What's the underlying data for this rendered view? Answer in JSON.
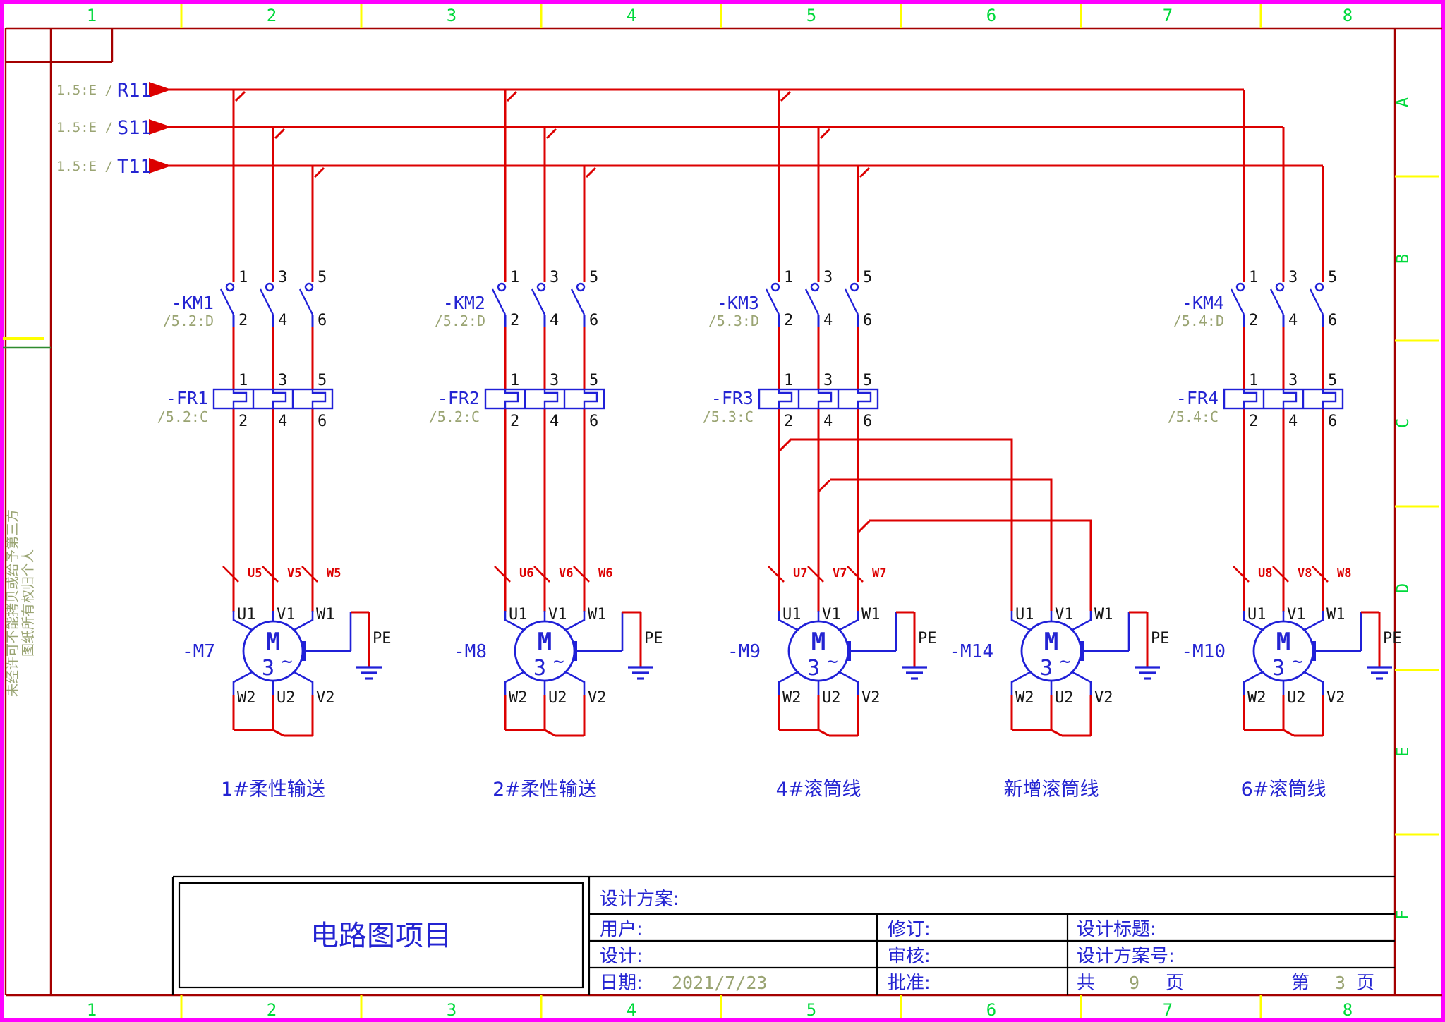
{
  "frame": {
    "zone_columns": [
      "1",
      "2",
      "3",
      "4",
      "5",
      "6",
      "7",
      "8"
    ],
    "zone_rows": [
      "A",
      "B",
      "C",
      "D",
      "E",
      "F"
    ]
  },
  "colors": {
    "wire_red": "#dc0000",
    "frame_red": "#a40000",
    "component_blue": "#2020d8",
    "reference_olive": "#9aa473",
    "zone_green": "#00d93b",
    "tick_yellow": "#ffff00",
    "border_magenta": "#ff00ff"
  },
  "disclaimer": {
    "line1": "图纸所有权归个人",
    "line2": "未经许可不能拷贝或给予第三方"
  },
  "buses": [
    {
      "ref": "1.5:E /",
      "name": "R11"
    },
    {
      "ref": "1.5:E /",
      "name": "S11"
    },
    {
      "ref": "1.5:E /",
      "name": "T11"
    }
  ],
  "branches": [
    {
      "contactor": {
        "name": "-KM1",
        "ref": "/5.2:D",
        "terminals_top": [
          "1",
          "3",
          "5"
        ],
        "terminals_bottom": [
          "2",
          "4",
          "6"
        ]
      },
      "overload": {
        "name": "-FR1",
        "ref": "/5.2:C",
        "terminals_top": [
          "1",
          "3",
          "5"
        ],
        "terminals_bottom": [
          "2",
          "4",
          "6"
        ]
      },
      "cables": [
        "U5",
        "V5",
        "W5"
      ],
      "motor": {
        "name": "-M7",
        "letter": "M",
        "phase": "3",
        "wave": "~",
        "terminals_top": [
          "U1",
          "V1",
          "W1"
        ],
        "terminals_bottom": [
          "W2",
          "U2",
          "V2"
        ],
        "ground": "PE"
      },
      "caption": "1#柔性输送"
    },
    {
      "contactor": {
        "name": "-KM2",
        "ref": "/5.2:D",
        "terminals_top": [
          "1",
          "3",
          "5"
        ],
        "terminals_bottom": [
          "2",
          "4",
          "6"
        ]
      },
      "overload": {
        "name": "-FR2",
        "ref": "/5.2:C",
        "terminals_top": [
          "1",
          "3",
          "5"
        ],
        "terminals_bottom": [
          "2",
          "4",
          "6"
        ]
      },
      "cables": [
        "U6",
        "V6",
        "W6"
      ],
      "motor": {
        "name": "-M8",
        "letter": "M",
        "phase": "3",
        "wave": "~",
        "terminals_top": [
          "U1",
          "V1",
          "W1"
        ],
        "terminals_bottom": [
          "W2",
          "U2",
          "V2"
        ],
        "ground": "PE"
      },
      "caption": "2#柔性输送"
    },
    {
      "contactor": {
        "name": "-KM3",
        "ref": "/5.3:D",
        "terminals_top": [
          "1",
          "3",
          "5"
        ],
        "terminals_bottom": [
          "2",
          "4",
          "6"
        ]
      },
      "overload": {
        "name": "-FR3",
        "ref": "/5.3:C",
        "terminals_top": [
          "1",
          "3",
          "5"
        ],
        "terminals_bottom": [
          "2",
          "4",
          "6"
        ]
      },
      "cables": [
        "U7",
        "V7",
        "W7"
      ],
      "motor": {
        "name": "-M9",
        "letter": "M",
        "phase": "3",
        "wave": "~",
        "terminals_top": [
          "U1",
          "V1",
          "W1"
        ],
        "terminals_bottom": [
          "W2",
          "U2",
          "V2"
        ],
        "ground": "PE"
      },
      "caption": "4#滚筒线"
    },
    {
      "motor": {
        "name": "-M14",
        "letter": "M",
        "phase": "3",
        "wave": "~",
        "terminals_top": [
          "U1",
          "V1",
          "W1"
        ],
        "terminals_bottom": [
          "W2",
          "U2",
          "V2"
        ],
        "ground": "PE"
      },
      "caption": "新增滚筒线"
    },
    {
      "contactor": {
        "name": "-KM4",
        "ref": "/5.4:D",
        "terminals_top": [
          "1",
          "3",
          "5"
        ],
        "terminals_bottom": [
          "2",
          "4",
          "6"
        ]
      },
      "overload": {
        "name": "-FR4",
        "ref": "/5.4:C",
        "terminals_top": [
          "1",
          "3",
          "5"
        ],
        "terminals_bottom": [
          "2",
          "4",
          "6"
        ]
      },
      "cables": [
        "U8",
        "V8",
        "W8"
      ],
      "motor": {
        "name": "-M10",
        "letter": "M",
        "phase": "3",
        "wave": "~",
        "terminals_top": [
          "U1",
          "V1",
          "W1"
        ],
        "terminals_bottom": [
          "W2",
          "U2",
          "V2"
        ],
        "ground": "PE"
      },
      "caption": "6#滚筒线"
    }
  ],
  "title_block": {
    "logo": "电路图项目",
    "scheme_label": "设计方案:",
    "user_label": "用户:",
    "revision_label": "修订:",
    "design_title_label": "设计标题:",
    "designer_label": "设计:",
    "audit_label": "审核:",
    "scheme_no_label": "设计方案号:",
    "date_label": "日期:",
    "date_value": "2021/7/23",
    "approve_label": "批准:",
    "pages_total_prefix": "共",
    "pages_total": "9",
    "pages_total_suffix": "页",
    "page_prefix": "第",
    "page_number": "3",
    "page_suffix": "页"
  }
}
